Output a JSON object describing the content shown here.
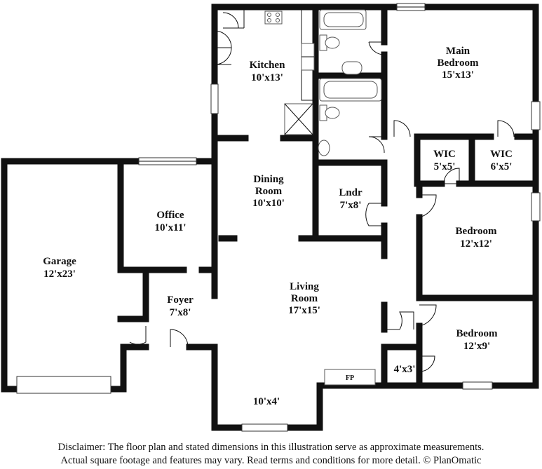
{
  "rooms": {
    "kitchen": {
      "name": "Kitchen",
      "dims": "10'x13'"
    },
    "main_bedroom": {
      "name1": "Main",
      "name2": "Bedroom",
      "dims": "15'x13'"
    },
    "dining": {
      "name1": "Dining",
      "name2": "Room",
      "dims": "10'x10'"
    },
    "laundry": {
      "name": "Lndr",
      "dims": "7'x8'"
    },
    "wic1": {
      "name": "WIC",
      "dims": "5'x5'"
    },
    "wic2": {
      "name": "WIC",
      "dims": "6'x5'"
    },
    "office": {
      "name": "Office",
      "dims": "10'x11'"
    },
    "garage": {
      "name": "Garage",
      "dims": "12'x23'"
    },
    "bedroom2": {
      "name": "Bedroom",
      "dims": "12'x12'"
    },
    "foyer": {
      "name": "Foyer",
      "dims": "7'x8'"
    },
    "living": {
      "name1": "Living",
      "name2": "Room",
      "dims": "17'x15'"
    },
    "bedroom3": {
      "name": "Bedroom",
      "dims": "12'x9'"
    },
    "closet": {
      "dims": "4'x3'"
    },
    "porch": {
      "dims": "10'x4'"
    }
  },
  "fireplace": {
    "label": "FP"
  },
  "disclaimer": {
    "line1": "Disclaimer: The floor plan and stated dimensions in this illustration serve as approximate measurements.",
    "line2": "Actual square footage and features may vary. Read terms and conditions for more detail. © PlanOmatic"
  }
}
